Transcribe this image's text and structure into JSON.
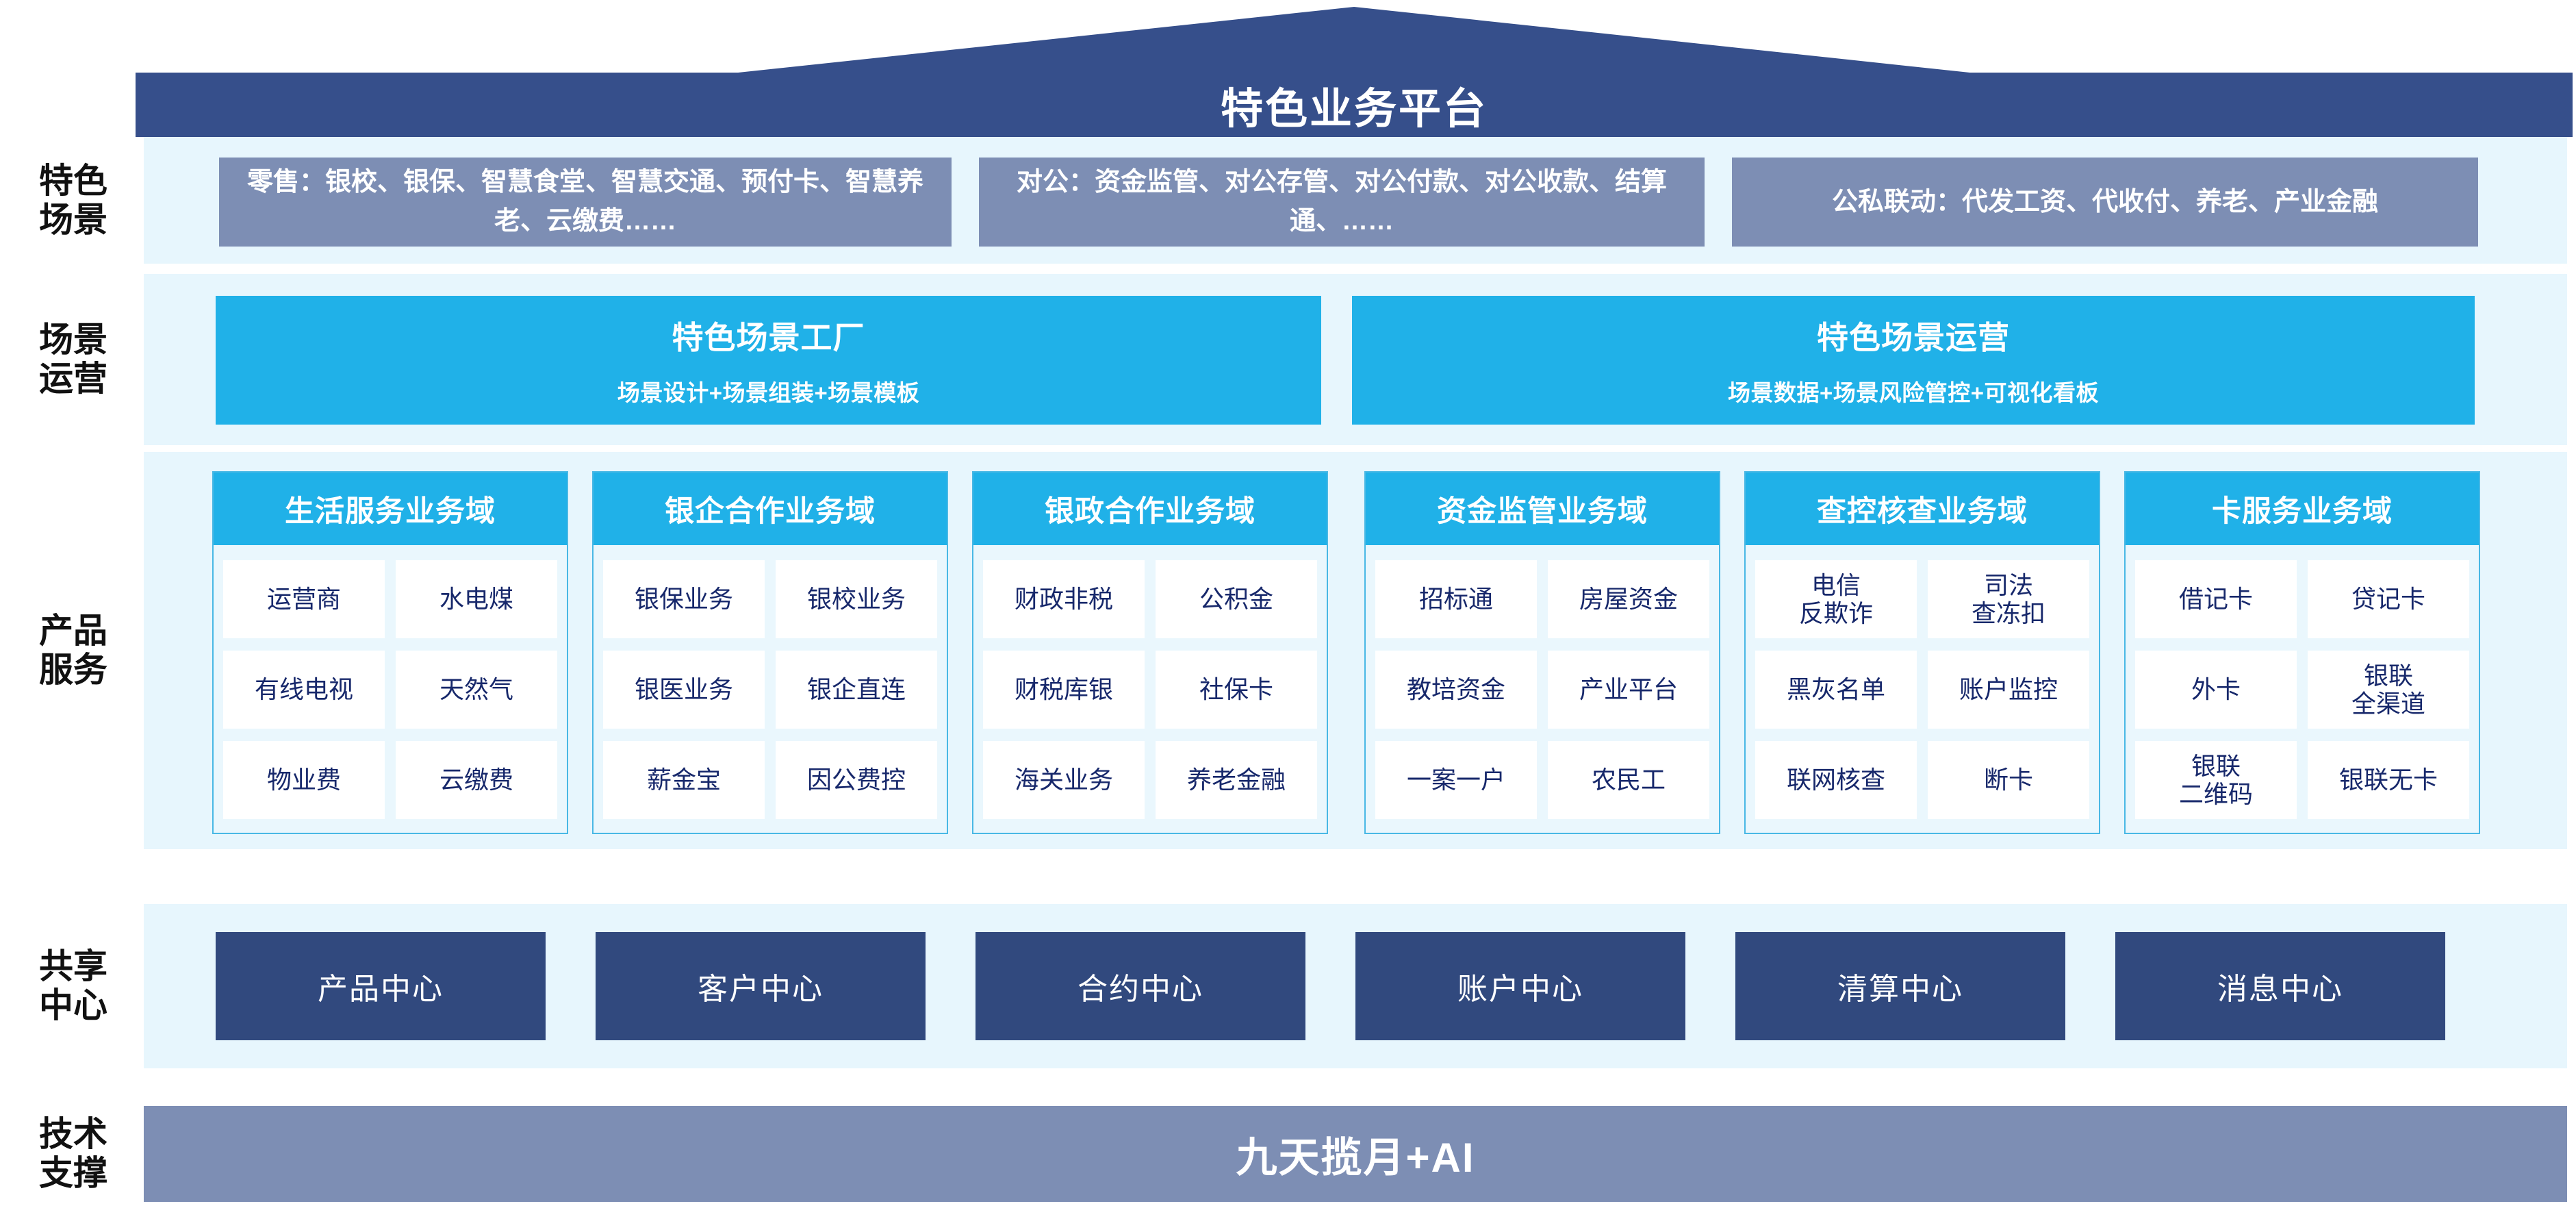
{
  "banner": {
    "title": "特色业务平台"
  },
  "rows": {
    "scenes_label": "特色\n场景",
    "operations_label": "场景\n运营",
    "products_label": "产品\n服务",
    "centers_label": "共享\n中心",
    "tech_label": "技术\n支撑"
  },
  "scenes": [
    {
      "name": "retail",
      "text": "零售：银校、银保、智慧食堂、智慧交通、预付卡、智慧养老、云缴费……"
    },
    {
      "name": "corporate",
      "text": "对公：资金监管、对公存管、对公付款、对公收款、结算通、……"
    },
    {
      "name": "public-private",
      "text": "公私联动：代发工资、代收付、养老、产业金融"
    }
  ],
  "operations": [
    {
      "name": "scene-factory",
      "title": "特色场景工厂",
      "subtitle": "场景设计+场景组装+场景模板"
    },
    {
      "name": "scene-operation",
      "title": "特色场景运营",
      "subtitle": "场景数据+场景风险管控+可视化看板"
    }
  ],
  "domains": [
    {
      "name": "life-service",
      "title": "生活服务业务域",
      "items": [
        "运营商",
        "水电煤",
        "有线电视",
        "天然气",
        "物业费",
        "云缴费"
      ]
    },
    {
      "name": "bank-enterprise",
      "title": "银企合作业务域",
      "items": [
        "银保业务",
        "银校业务",
        "银医业务",
        "银企直连",
        "薪金宝",
        "因公费控"
      ]
    },
    {
      "name": "bank-government",
      "title": "银政合作业务域",
      "items": [
        "财政非税",
        "公积金",
        "财税库银",
        "社保卡",
        "海关业务",
        "养老金融"
      ]
    },
    {
      "name": "fund-supervision",
      "title": "资金监管业务域",
      "items": [
        "招标通",
        "房屋资金",
        "教培资金",
        "产业平台",
        "一案一户",
        "农民工"
      ]
    },
    {
      "name": "investigation-verification",
      "title": "查控核查业务域",
      "items": [
        "电信\n反欺诈",
        "司法\n查冻扣",
        "黑灰名单",
        "账户监控",
        "联网核查",
        "断卡"
      ]
    },
    {
      "name": "card-service",
      "title": "卡服务业务域",
      "items": [
        "借记卡",
        "贷记卡",
        "外卡",
        "银联\n全渠道",
        "银联\n二维码",
        "银联无卡"
      ]
    }
  ],
  "centers": [
    "产品中心",
    "客户中心",
    "合约中心",
    "账户中心",
    "清算中心",
    "消息中心"
  ],
  "tech": {
    "text": "九天揽月+AI"
  },
  "colors": {
    "banner_navy": "#364F8B",
    "scene_grey": "#7D8EB4",
    "cyan": "#20B1E8",
    "band_light": "#E7F6FD",
    "card_bg": "#EAF7FD",
    "cell_text": "#17286B",
    "center_navy": "#31497E"
  }
}
